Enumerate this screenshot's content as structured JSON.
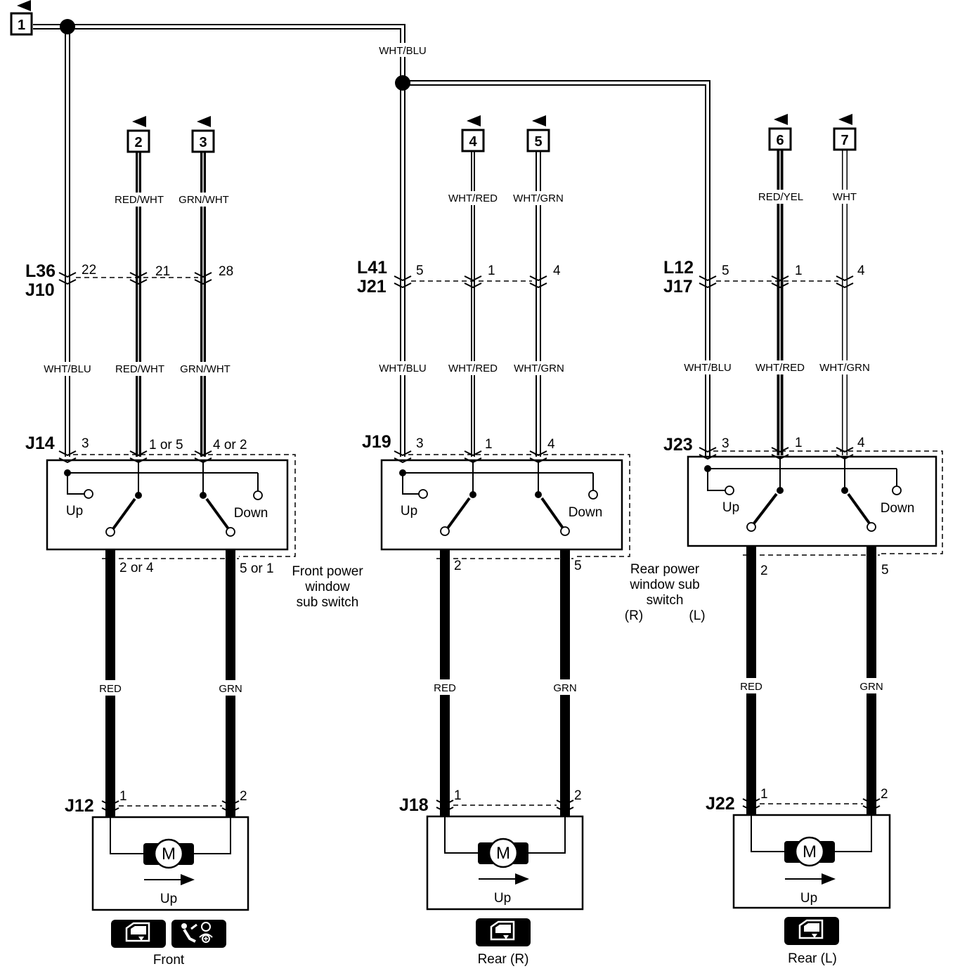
{
  "refs": [
    "1",
    "2",
    "3",
    "4",
    "5",
    "6",
    "7"
  ],
  "wire_labels": {
    "top": "WHT/BLU",
    "front_top_2": "RED/WHT",
    "front_top_3": "GRN/WHT",
    "rr_top_4": "WHT/RED",
    "rr_top_5": "WHT/GRN",
    "rl_top_6": "RED/YEL",
    "rl_top_7": "WHT",
    "front_mid_a": "WHT/BLU",
    "front_mid_b": "RED/WHT",
    "front_mid_c": "GRN/WHT",
    "rr_mid_a": "WHT/BLU",
    "rr_mid_b": "WHT/RED",
    "rr_mid_c": "WHT/GRN",
    "rl_mid_a": "WHT/BLU",
    "rl_mid_b": "WHT/RED",
    "rl_mid_c": "WHT/GRN",
    "front_low_a": "RED",
    "front_low_b": "GRN",
    "rr_low_a": "RED",
    "rr_low_b": "GRN",
    "rl_low_a": "RED",
    "rl_low_b": "GRN"
  },
  "connectors": {
    "L36": "L36",
    "J10": "J10",
    "L41": "L41",
    "J21": "J21",
    "L12": "L12",
    "J17": "J17",
    "J14": "J14",
    "J19": "J19",
    "J23": "J23",
    "J12": "J12",
    "J18": "J18",
    "J22": "J22"
  },
  "pins": {
    "front_inline": [
      "22",
      "21",
      "28"
    ],
    "rr_inline": [
      "5",
      "1",
      "4"
    ],
    "rl_inline": [
      "5",
      "1",
      "4"
    ],
    "front_sw_top": [
      "3",
      "1 or 5",
      "4 or 2"
    ],
    "rr_sw_top": [
      "3",
      "1",
      "4"
    ],
    "rl_sw_top": [
      "3",
      "1",
      "4"
    ],
    "front_sw_bottom": [
      "2 or 4",
      "5 or 1"
    ],
    "rr_sw_bottom": [
      "2",
      "5"
    ],
    "rl_sw_bottom": [
      "2",
      "5"
    ],
    "front_motor": [
      "1",
      "2"
    ],
    "rr_motor": [
      "1",
      "2"
    ],
    "rl_motor": [
      "1",
      "2"
    ]
  },
  "switch_labels": {
    "up": "Up",
    "down": "Down"
  },
  "captions": {
    "front_switch": [
      "Front power",
      "window",
      "sub switch"
    ],
    "rear_switch": [
      "Rear power",
      "window sub",
      "switch"
    ],
    "rear_r": "(R)",
    "rear_l": "(L)"
  },
  "motor": {
    "symbol": "M",
    "direction": "Up"
  },
  "bottom_captions": {
    "front": "Front",
    "rear_r": "Rear (R)",
    "rear_l": "Rear (L)"
  },
  "icons": [
    "power-window-icon",
    "driver-seat-icon"
  ]
}
